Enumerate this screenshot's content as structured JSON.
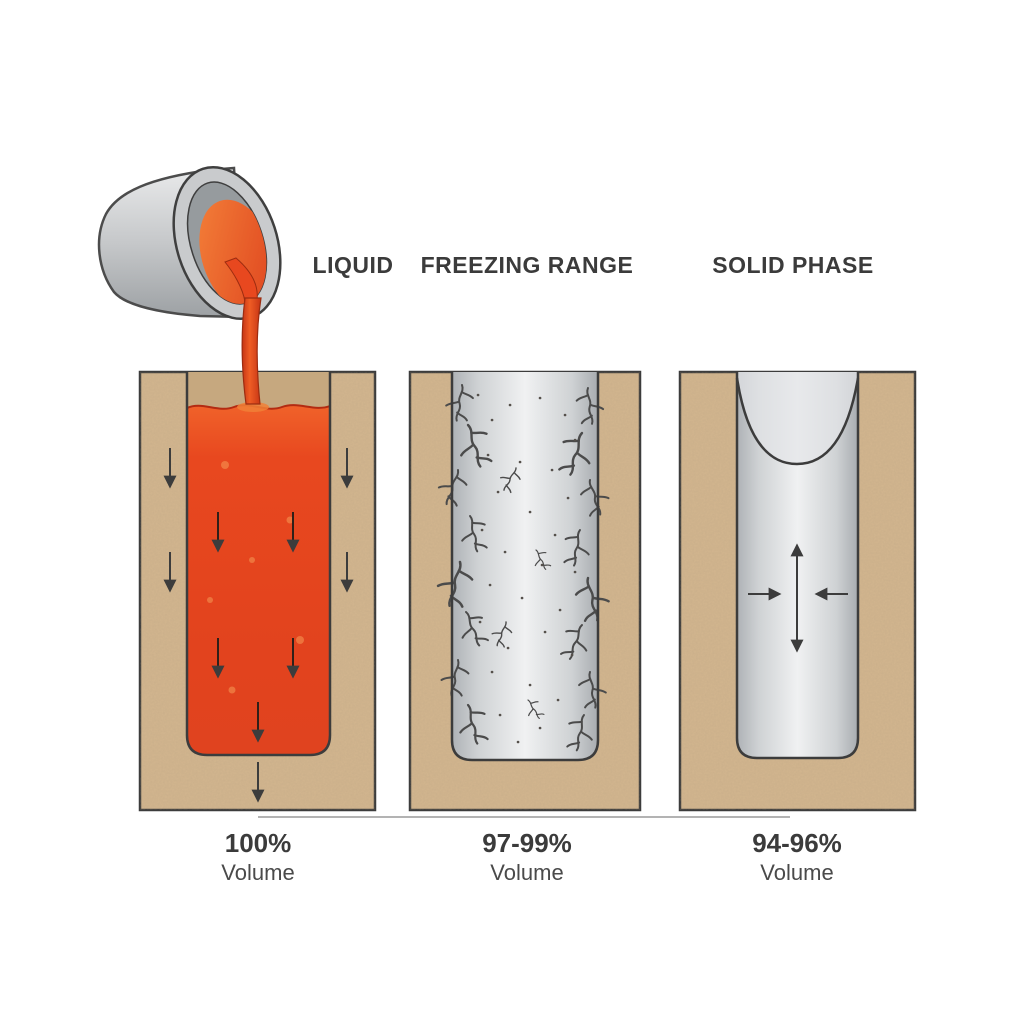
{
  "stages": [
    {
      "label": "LIQUID",
      "volume_pct": "100%",
      "volume_unit": "Volume"
    },
    {
      "label": "FREEZING RANGE",
      "volume_pct": "97-99%",
      "volume_unit": "Volume"
    },
    {
      "label": "SOLID PHASE",
      "volume_pct": "94-96%",
      "volume_unit": "Volume"
    }
  ],
  "colors": {
    "background": "#ffffff",
    "sand_mold": "#d3b68f",
    "sand_cavity_shadow": "#c6a87f",
    "outline": "#3c3c3c",
    "molten_metal": "#e2431e",
    "molten_highlight": "#f4823a",
    "solid_metal_light": "#f0f1f2",
    "solid_metal_dark": "#aeb2b6",
    "crucible_gray": "#c6c8ca",
    "dendrite": "#4b4b4b",
    "arrow": "#3c3c3c",
    "text": "#3b3b3b"
  }
}
